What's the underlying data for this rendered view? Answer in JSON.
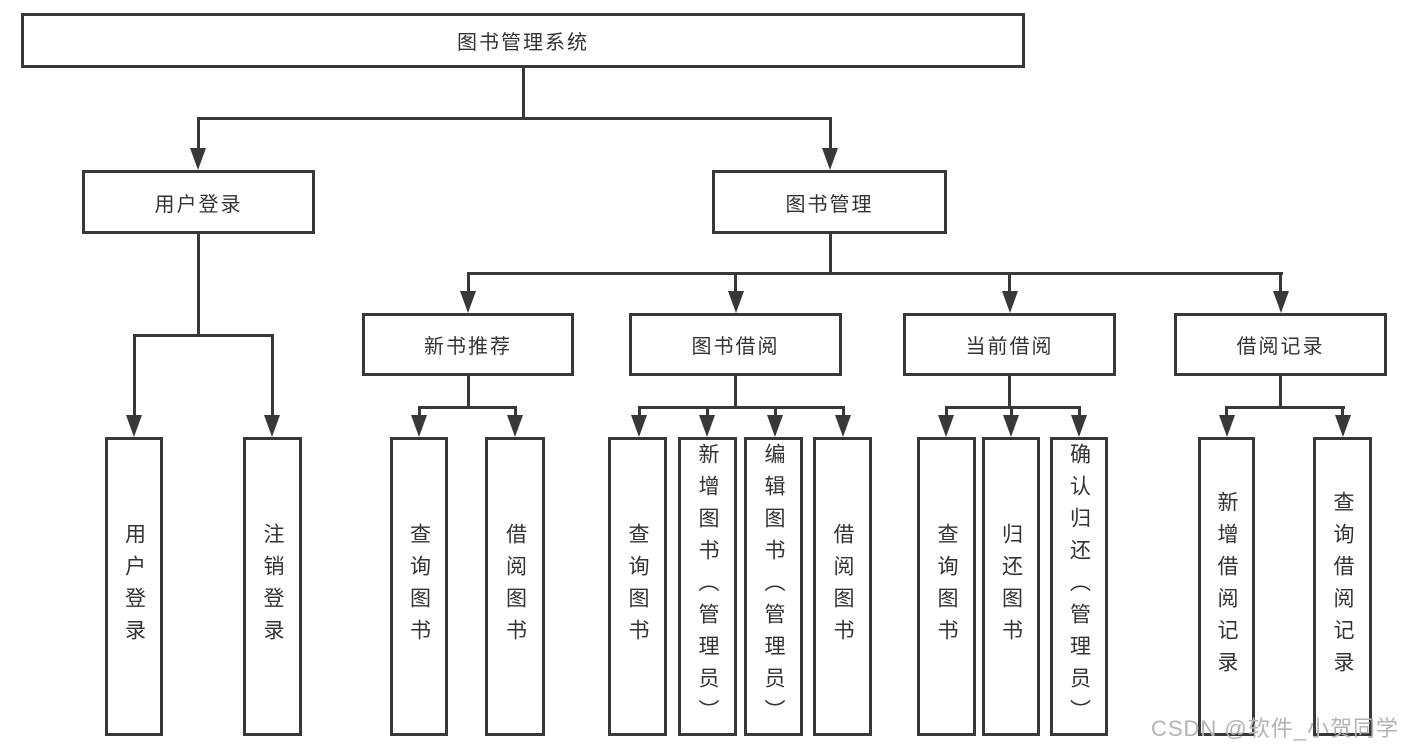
{
  "tree": {
    "label": "图书管理系统",
    "children": [
      {
        "label": "用户登录",
        "children": [
          {
            "label": "用户登录"
          },
          {
            "label": "注销登录"
          }
        ]
      },
      {
        "label": "图书管理",
        "children": [
          {
            "label": "新书推荐",
            "children": [
              {
                "label": "查询图书"
              },
              {
                "label": "借阅图书"
              }
            ]
          },
          {
            "label": "图书借阅",
            "children": [
              {
                "label": "查询图书"
              },
              {
                "label": "新增图书（管理员）"
              },
              {
                "label": "编辑图书（管理员）"
              },
              {
                "label": "借阅图书"
              }
            ]
          },
          {
            "label": "当前借阅",
            "children": [
              {
                "label": "查询图书"
              },
              {
                "label": "归还图书"
              },
              {
                "label": "确认归还（管理员）"
              }
            ]
          },
          {
            "label": "借阅记录",
            "children": [
              {
                "label": "新增借阅记录"
              },
              {
                "label": "查询借阅记录"
              }
            ]
          }
        ]
      }
    ]
  },
  "watermark": {
    "text": "CSDN @软件_小贺同学"
  },
  "colors": {
    "line": "#383838",
    "text": "#333333",
    "watermark": "#b3b3b3",
    "background": "#ffffff"
  }
}
